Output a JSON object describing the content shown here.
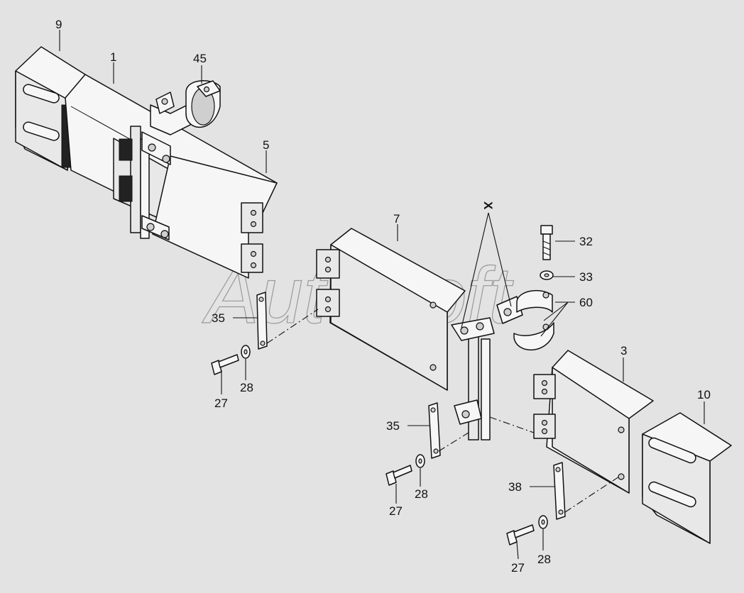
{
  "diagram": {
    "watermark": "AutoSoft",
    "labels": {
      "p9": "9",
      "p1": "1",
      "p45": "45",
      "p5": "5",
      "p7": "7",
      "pX": "X",
      "p32": "32",
      "p33": "33",
      "p60": "60",
      "p3": "3",
      "p10": "10",
      "p35a": "35",
      "p27a": "27",
      "p28a": "28",
      "p35b": "35",
      "p27b": "27",
      "p28b": "28",
      "p38": "38",
      "p27c": "27",
      "p28c": "28"
    }
  }
}
